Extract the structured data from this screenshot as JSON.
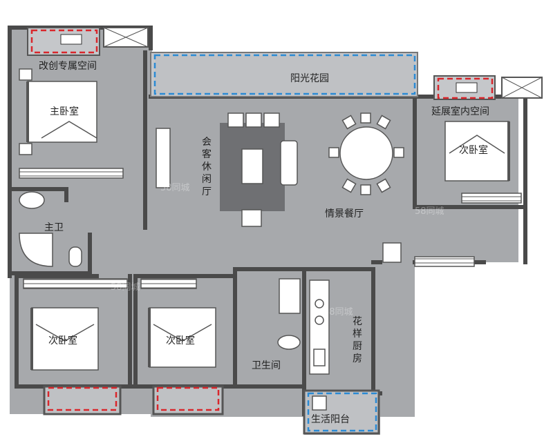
{
  "rooms": {
    "master_bedroom": "主卧室",
    "master_bath": "主卫",
    "converted_space": "改创专属空间",
    "sun_garden": "阳光花园",
    "lounge": "会客休闲厅",
    "dining": "情景餐厅",
    "bedroom_right": "次卧室",
    "extended_space": "延展室内空间",
    "bedroom_left": "次卧室",
    "bedroom_middle": "次卧室",
    "toilet": "卫生间",
    "kitchen": "花样厨房",
    "utility_balcony": "生活阳台"
  },
  "watermark": "58同城",
  "colors": {
    "floor": "#a7a9ac",
    "wall": "#4a4a4a",
    "outside": "#ffffff",
    "red_dash": "#d9262b",
    "blue_dash": "#2a8ad4",
    "furniture": "#ffffff",
    "rug": "#6f7073"
  }
}
